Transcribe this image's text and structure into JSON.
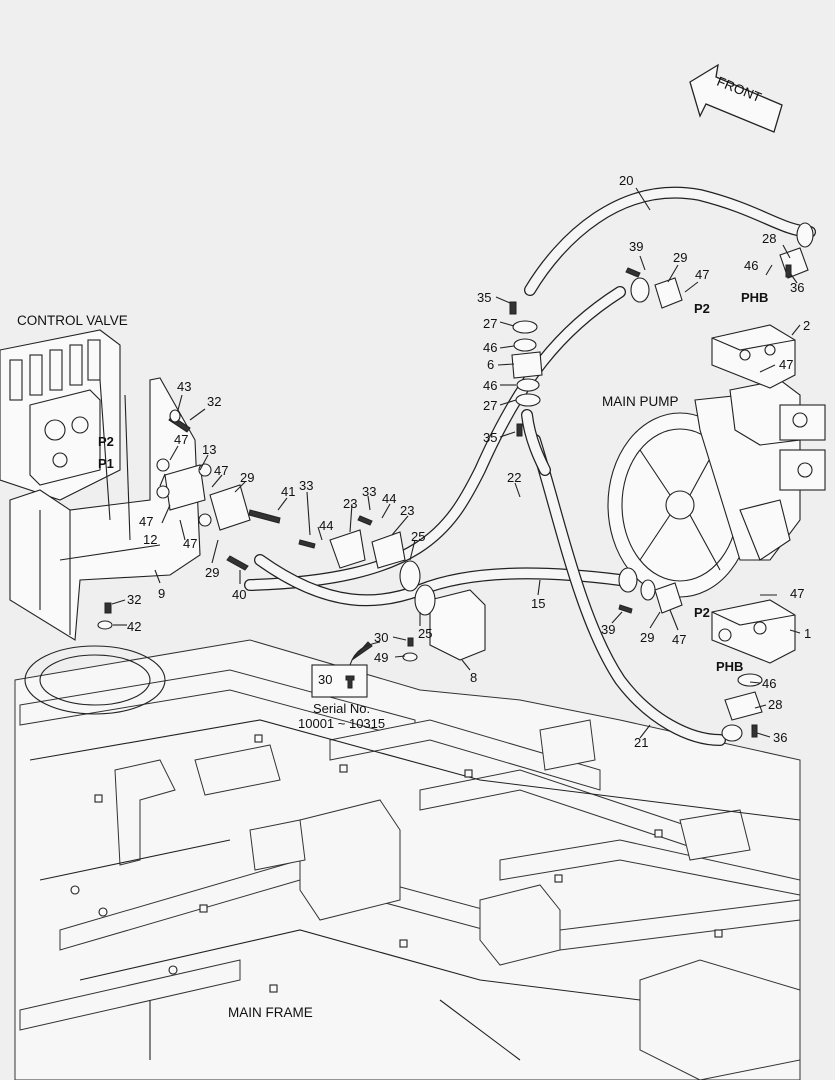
{
  "captions": {
    "control_valve": "CONTROL VALVE",
    "main_pump": "MAIN PUMP",
    "main_frame": "MAIN FRAME",
    "front": "FRONT",
    "serial_label": "Serial No.",
    "serial_range": "10001 ~ 10315",
    "serial_part": "30"
  },
  "ports": {
    "p2_valve": "P2",
    "p1_valve": "P1",
    "p2_upper": "P2",
    "p2_lower": "P2",
    "phb_upper": "PHB",
    "phb_lower": "PHB"
  },
  "callouts": [
    {
      "id": "c20",
      "text": "20"
    },
    {
      "id": "c28a",
      "text": "28"
    },
    {
      "id": "c39a",
      "text": "39"
    },
    {
      "id": "c29a",
      "text": "29"
    },
    {
      "id": "c47a",
      "text": "47"
    },
    {
      "id": "c46a",
      "text": "46"
    },
    {
      "id": "c36a",
      "text": "36"
    },
    {
      "id": "c35a",
      "text": "35"
    },
    {
      "id": "c27a",
      "text": "27"
    },
    {
      "id": "c46b",
      "text": "46"
    },
    {
      "id": "c6",
      "text": "6"
    },
    {
      "id": "c46c",
      "text": "46"
    },
    {
      "id": "c27b",
      "text": "27"
    },
    {
      "id": "c35b",
      "text": "35"
    },
    {
      "id": "c2",
      "text": "2"
    },
    {
      "id": "c47b",
      "text": "47"
    },
    {
      "id": "c43",
      "text": "43"
    },
    {
      "id": "c32a",
      "text": "32"
    },
    {
      "id": "c47c",
      "text": "47"
    },
    {
      "id": "c13",
      "text": "13"
    },
    {
      "id": "c47d",
      "text": "47"
    },
    {
      "id": "c29b",
      "text": "29"
    },
    {
      "id": "c41",
      "text": "41"
    },
    {
      "id": "c33a",
      "text": "33"
    },
    {
      "id": "c23a",
      "text": "23"
    },
    {
      "id": "c33b",
      "text": "33"
    },
    {
      "id": "c44a",
      "text": "44"
    },
    {
      "id": "c23b",
      "text": "23"
    },
    {
      "id": "c22",
      "text": "22"
    },
    {
      "id": "c47e",
      "text": "47"
    },
    {
      "id": "c12",
      "text": "12"
    },
    {
      "id": "c47f",
      "text": "47"
    },
    {
      "id": "c44b",
      "text": "44"
    },
    {
      "id": "c25a",
      "text": "25"
    },
    {
      "id": "c29c",
      "text": "29"
    },
    {
      "id": "c9",
      "text": "9"
    },
    {
      "id": "c40",
      "text": "40"
    },
    {
      "id": "c15",
      "text": "15"
    },
    {
      "id": "c32b",
      "text": "32"
    },
    {
      "id": "c42",
      "text": "42"
    },
    {
      "id": "c47g",
      "text": "47"
    },
    {
      "id": "c39b",
      "text": "39"
    },
    {
      "id": "c29d",
      "text": "29"
    },
    {
      "id": "c47h",
      "text": "47"
    },
    {
      "id": "c1",
      "text": "1"
    },
    {
      "id": "c30",
      "text": "30"
    },
    {
      "id": "c25b",
      "text": "25"
    },
    {
      "id": "c49",
      "text": "49"
    },
    {
      "id": "c8",
      "text": "8"
    },
    {
      "id": "c46d",
      "text": "46"
    },
    {
      "id": "c28b",
      "text": "28"
    },
    {
      "id": "c36b",
      "text": "36"
    },
    {
      "id": "c21",
      "text": "21"
    }
  ]
}
